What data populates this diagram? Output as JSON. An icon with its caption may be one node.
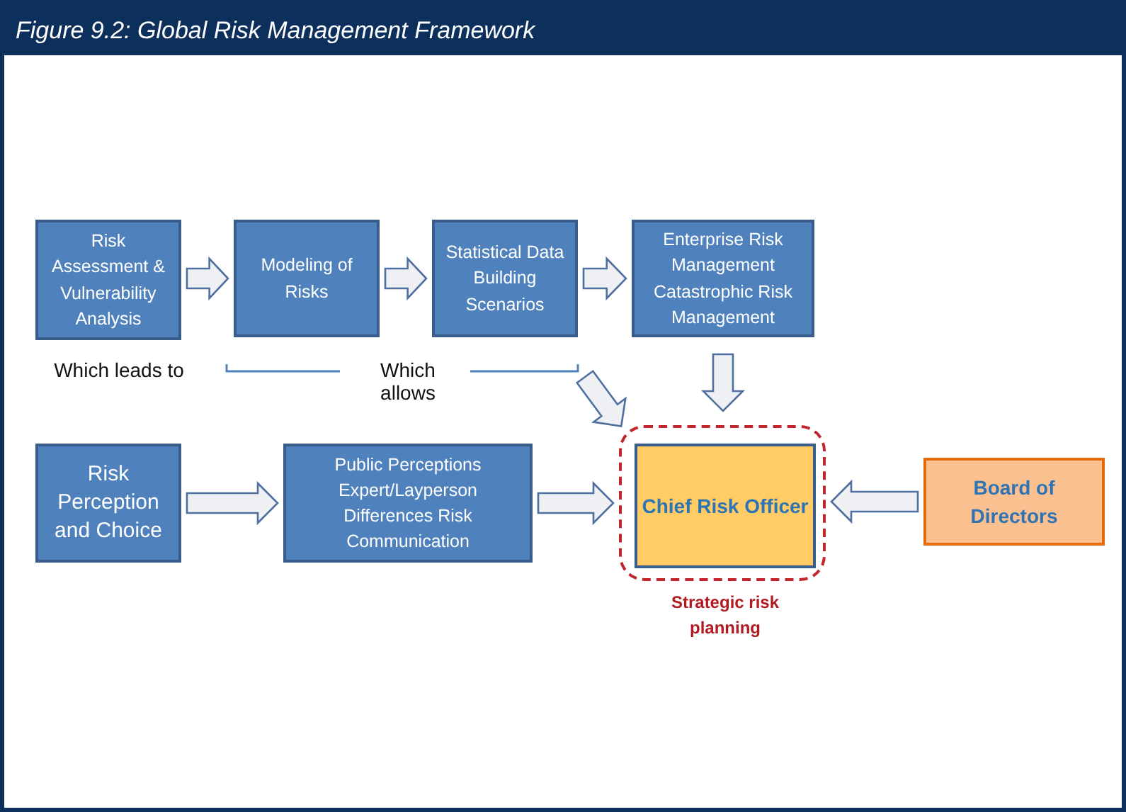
{
  "diagram": {
    "title": "Figure 9.2: Global Risk Management Framework",
    "nodes": [
      {
        "text": [
          "Risk Assessment & Vulnerability Analysis"
        ]
      },
      {
        "text": [
          "Modeling of Risks"
        ]
      },
      {
        "text": [
          "Statistical Data Building Scenarios"
        ]
      },
      {
        "text": [
          "Enterprise Risk Management Catastrophic Risk Management"
        ]
      },
      {
        "text": [
          "Risk Perception and Choice"
        ]
      },
      {
        "text": [
          "Public Perceptions Expert/Layperson Differences Risk Communication"
        ]
      },
      {
        "text": [
          "Strategic risk planning"
        ]
      },
      {
        "text": [
          "Chief Risk Officer"
        ],
        "in": 6
      },
      {
        "text": [
          "Board of Directors"
        ]
      }
    ],
    "edges": [
      {
        "from": 0,
        "to": 1,
        "arrow": "to"
      },
      {
        "from": 1,
        "to": 2,
        "arrow": "to"
      },
      {
        "from": 2,
        "to": 3,
        "arrow": "to"
      },
      {
        "from": 3,
        "to": 6,
        "arrow": "to"
      },
      {
        "from": null,
        "to": 6,
        "arrow": "to"
      },
      {
        "from": 4,
        "to": 5,
        "arrow": "to"
      },
      {
        "from": 5,
        "to": 6,
        "arrow": "to"
      },
      {
        "from": 8,
        "to": 6,
        "arrow": "to"
      }
    ],
    "labels": [
      "Which leads to",
      "Which allows"
    ]
  }
}
